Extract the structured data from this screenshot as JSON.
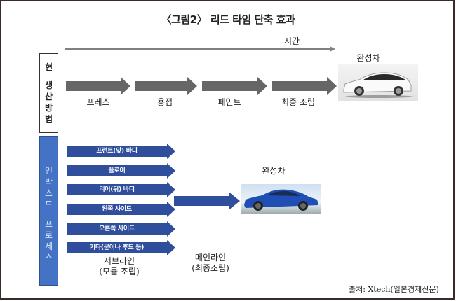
{
  "title": "〈그림2〉 리드 타임 단축 효과",
  "timeline": {
    "label": "시간"
  },
  "current_method": {
    "label_chars": [
      "현",
      "",
      "생",
      "산",
      "방",
      "법"
    ],
    "steps": [
      "프레스",
      "용접",
      "페인트",
      "최종 조립"
    ],
    "result_label": "완성차",
    "result_image": "white-suv-car-icon"
  },
  "unboxed_process": {
    "label_chars": [
      "언",
      "박",
      "스",
      "드",
      "",
      "프",
      "로",
      "세",
      "스"
    ],
    "sublines": [
      "프런트(앞) 바디",
      "플로어",
      "리어(뒤) 바디",
      "왼쪽 사이드",
      "오른쪽 사이드",
      "기타(문이나 후드 등)"
    ],
    "subline_caption": [
      "서브라인",
      "(모듈 조립)"
    ],
    "mainline_caption": [
      "메인라인",
      "(최종조립)"
    ],
    "result_label": "완성차",
    "result_image": "blue-sedan-car-icon"
  },
  "source": "출처: Xtech(일본경제신문)",
  "colors": {
    "gray_arrow": "#666666",
    "blue_arrow": "#2f4f9c",
    "unbox_panel": "#4472c4"
  }
}
